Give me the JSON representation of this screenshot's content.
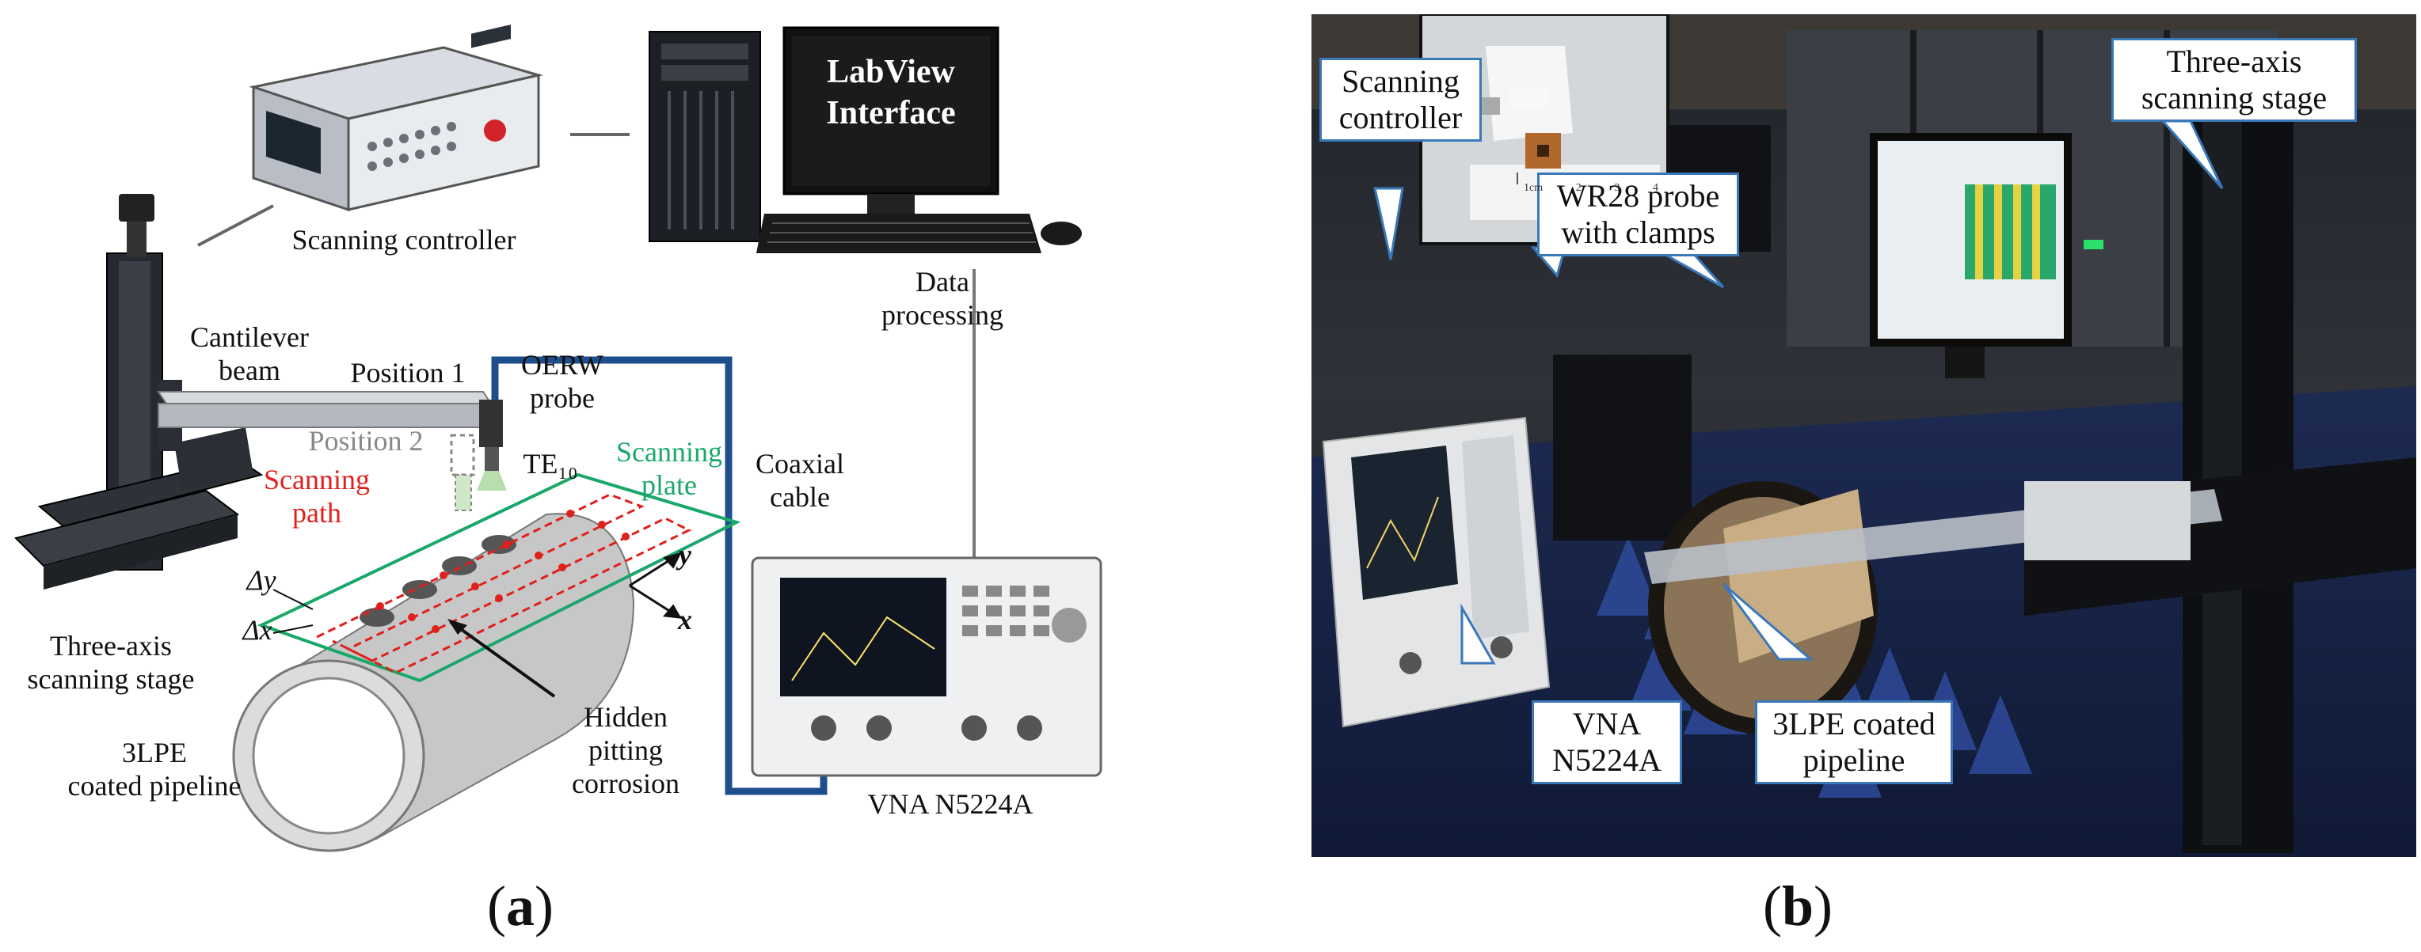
{
  "panel_a": {
    "label_open": "(",
    "label_letter": "a",
    "label_close": ")",
    "monitor_line1": "LabView",
    "monitor_line2": "Interface",
    "scanning_controller": "Scanning controller",
    "data_processing_1": "Data",
    "data_processing_2": "processing",
    "cantilever_1": "Cantilever",
    "cantilever_2": "beam",
    "position_1": "Position 1",
    "position_2": "Position 2",
    "oerw_1": "OERW",
    "oerw_2": "probe",
    "te10": "TE₁₀",
    "scanning_path_1": "Scanning",
    "scanning_path_2": "path",
    "scanning_plate_1": "Scanning",
    "scanning_plate_2": "plate",
    "coaxial_1": "Coaxial",
    "coaxial_2": "cable",
    "delta_y": "Δy",
    "delta_x": "Δx",
    "axis_y": "y",
    "axis_x": "x",
    "stage_1": "Three-axis",
    "stage_2": "scanning stage",
    "pipeline_1": "3LPE",
    "pipeline_2": "coated pipeline",
    "hidden_1": "Hidden",
    "hidden_2": "pitting",
    "hidden_3": "corrosion",
    "vna": "VNA N5224A",
    "colors": {
      "cable": "#1f4e8c",
      "path": "#e0201c",
      "plate": "#1aa86a"
    }
  },
  "panel_b": {
    "label_open": "(",
    "label_letter": "b",
    "label_close": ")",
    "scanning_controller_1": "Scanning",
    "scanning_controller_2": "controller",
    "stage_1": "Three-axis",
    "stage_2": "scanning stage",
    "probe_1": "WR28 probe",
    "probe_2": "with clamps",
    "vna_1": "VNA",
    "vna_2": "N5224A",
    "pipeline_1": "3LPE coated",
    "pipeline_2": "pipeline",
    "ruler_ticks": [
      "1cm",
      "2",
      "3",
      "4"
    ],
    "colors": {
      "callout_border": "#3a78b8"
    }
  }
}
